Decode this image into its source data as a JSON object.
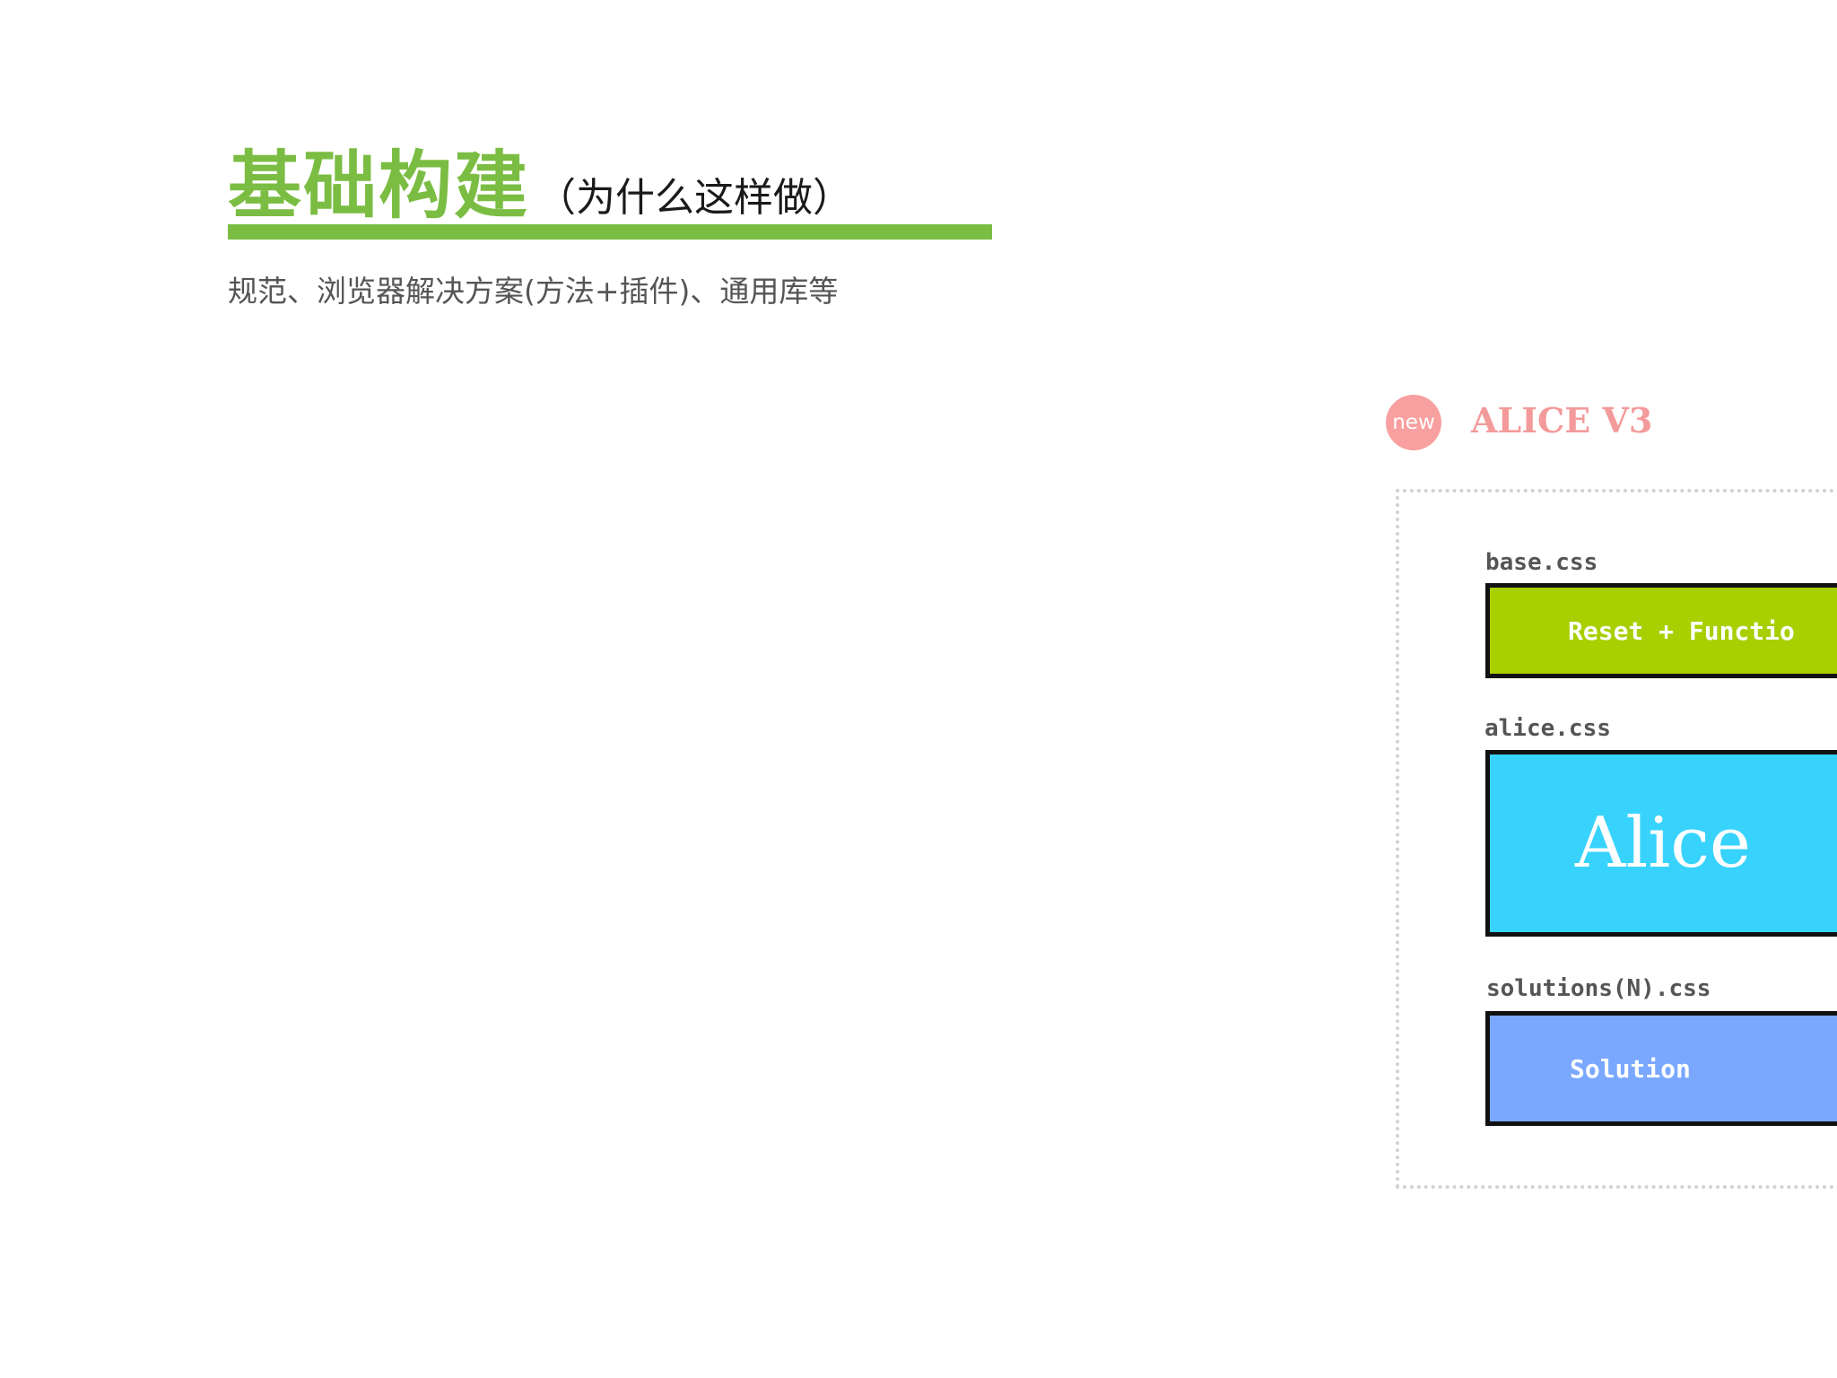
{
  "slide": {
    "title": "基础构建",
    "title_note": "（为什么这样做）",
    "subtitle": "规范、浏览器解决方案(方法+插件)、通用库等"
  },
  "diagram": {
    "badge": "new",
    "heading": "ALICE V3",
    "layers": [
      {
        "file": "base.css",
        "label": "Reset + Functio",
        "color": "#a8cf00"
      },
      {
        "file": "alice.css",
        "label": "Alice",
        "color": "#38d3fc"
      },
      {
        "file": "solutions(N).css",
        "label": "Solution",
        "color": "#7aa8ff"
      }
    ]
  },
  "colors": {
    "accent": "#7bbd43",
    "badge": "#f8a0a0",
    "heading": "#f39a9a"
  }
}
